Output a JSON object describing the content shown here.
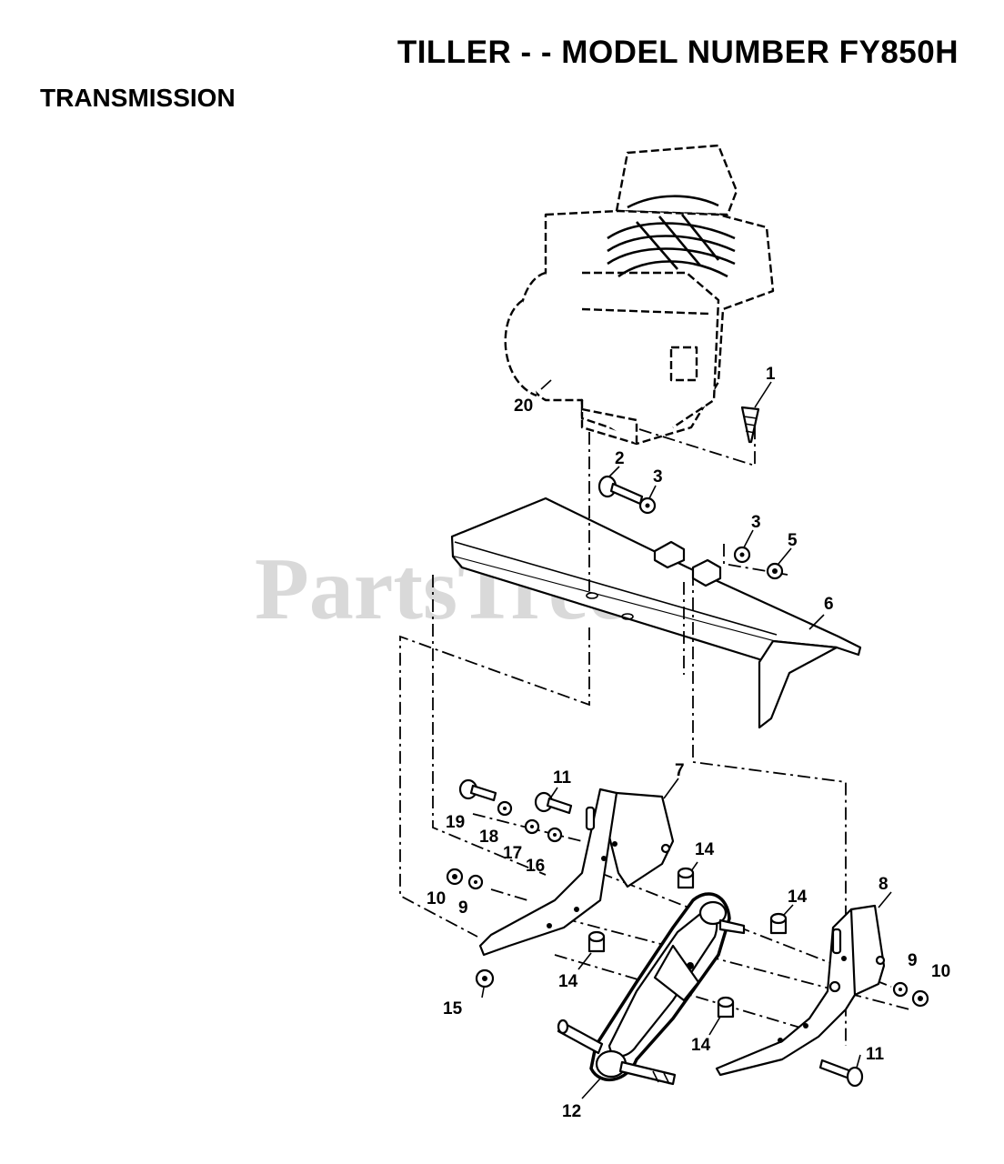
{
  "header": {
    "title": "TILLER - - MODEL NUMBER FY850H",
    "section": "TRANSMISSION"
  },
  "watermark": "PartsTree",
  "callouts": {
    "c1": "1",
    "c2": "2",
    "c3a": "3",
    "c3b": "3",
    "c5": "5",
    "c6": "6",
    "c7": "7",
    "c8": "8",
    "c9a": "9",
    "c9b": "9",
    "c10a": "10",
    "c10b": "10",
    "c11a": "11",
    "c11b": "11",
    "c12": "12",
    "c14a": "14",
    "c14b": "14",
    "c14c": "14",
    "c14d": "14",
    "c15": "15",
    "c16": "16",
    "c17": "17",
    "c18": "18",
    "c19": "19",
    "c20": "20"
  }
}
